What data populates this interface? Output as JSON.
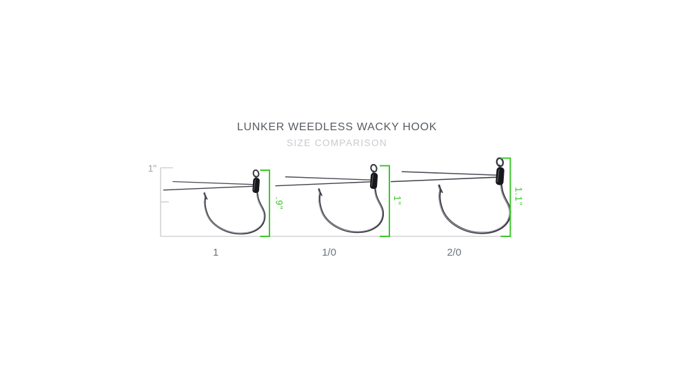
{
  "title": "LUNKER WEEDLESS WACKY HOOK",
  "subtitle": "SIZE COMPARISON",
  "ruler": {
    "scale_label": "1\""
  },
  "hooks": [
    {
      "size_label": "1",
      "measurement": ".9\""
    },
    {
      "size_label": "1/0",
      "measurement": "1\""
    },
    {
      "size_label": "2/0",
      "measurement": "1.1\""
    }
  ],
  "colors": {
    "measurement_green": "#3ec62b",
    "title_gray": "#575c62",
    "subtitle_gray": "#c7cacd",
    "size_label_gray": "#6e747a",
    "ruler_gray": "#d0d3d6"
  }
}
